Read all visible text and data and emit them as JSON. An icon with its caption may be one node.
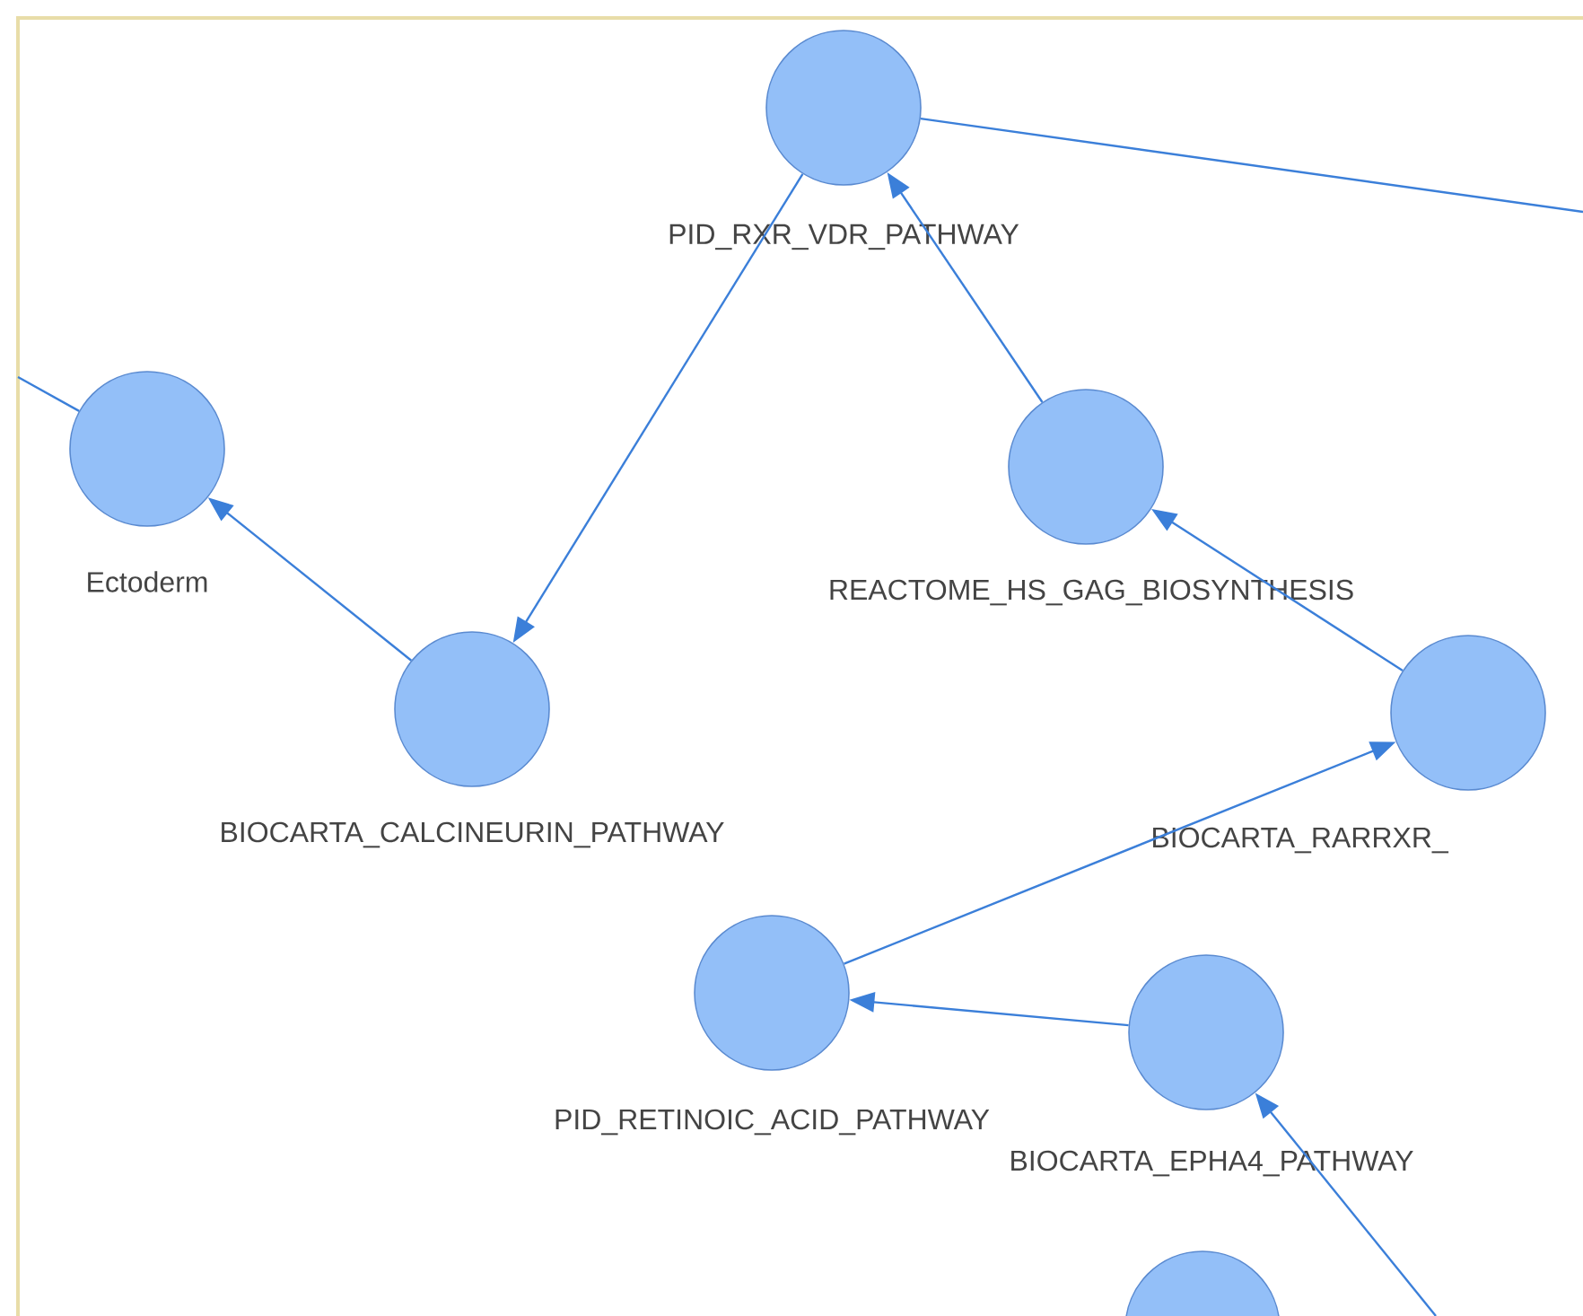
{
  "diagram": {
    "nodes": [
      {
        "text": [
          "PID_RXR_VDR_PATHWAY"
        ]
      },
      {
        "text": [
          "Ectoderm"
        ]
      },
      {
        "text": [
          "REACTOME_HS_GAG_BIOSYNTHESIS"
        ]
      },
      {
        "text": [
          "BIOCARTA_CALCINEURIN_PATHWAY"
        ]
      },
      {
        "text": [
          "BIOCARTA_RARRXR_"
        ]
      },
      {
        "text": [
          "PID_RETINOIC_ACID_PATHWAY"
        ]
      },
      {
        "text": [
          "BIOCARTA_EPHA4_PATHWAY"
        ]
      },
      {
        "text": [],
        "shape": "circle"
      }
    ],
    "edges": [
      {
        "from": 0,
        "to": null,
        "arrow": "none"
      },
      {
        "from": null,
        "to": 1,
        "arrow": "none"
      },
      {
        "from": 0,
        "to": 3,
        "arrow": "to"
      },
      {
        "from": 3,
        "to": 1,
        "arrow": "to"
      },
      {
        "from": 2,
        "to": 0,
        "arrow": "to"
      },
      {
        "from": 4,
        "to": 2,
        "arrow": "to"
      },
      {
        "from": 5,
        "to": 4,
        "arrow": "to"
      },
      {
        "from": 6,
        "to": 5,
        "arrow": "to"
      },
      {
        "from": null,
        "to": 6,
        "arrow": "to"
      }
    ]
  }
}
